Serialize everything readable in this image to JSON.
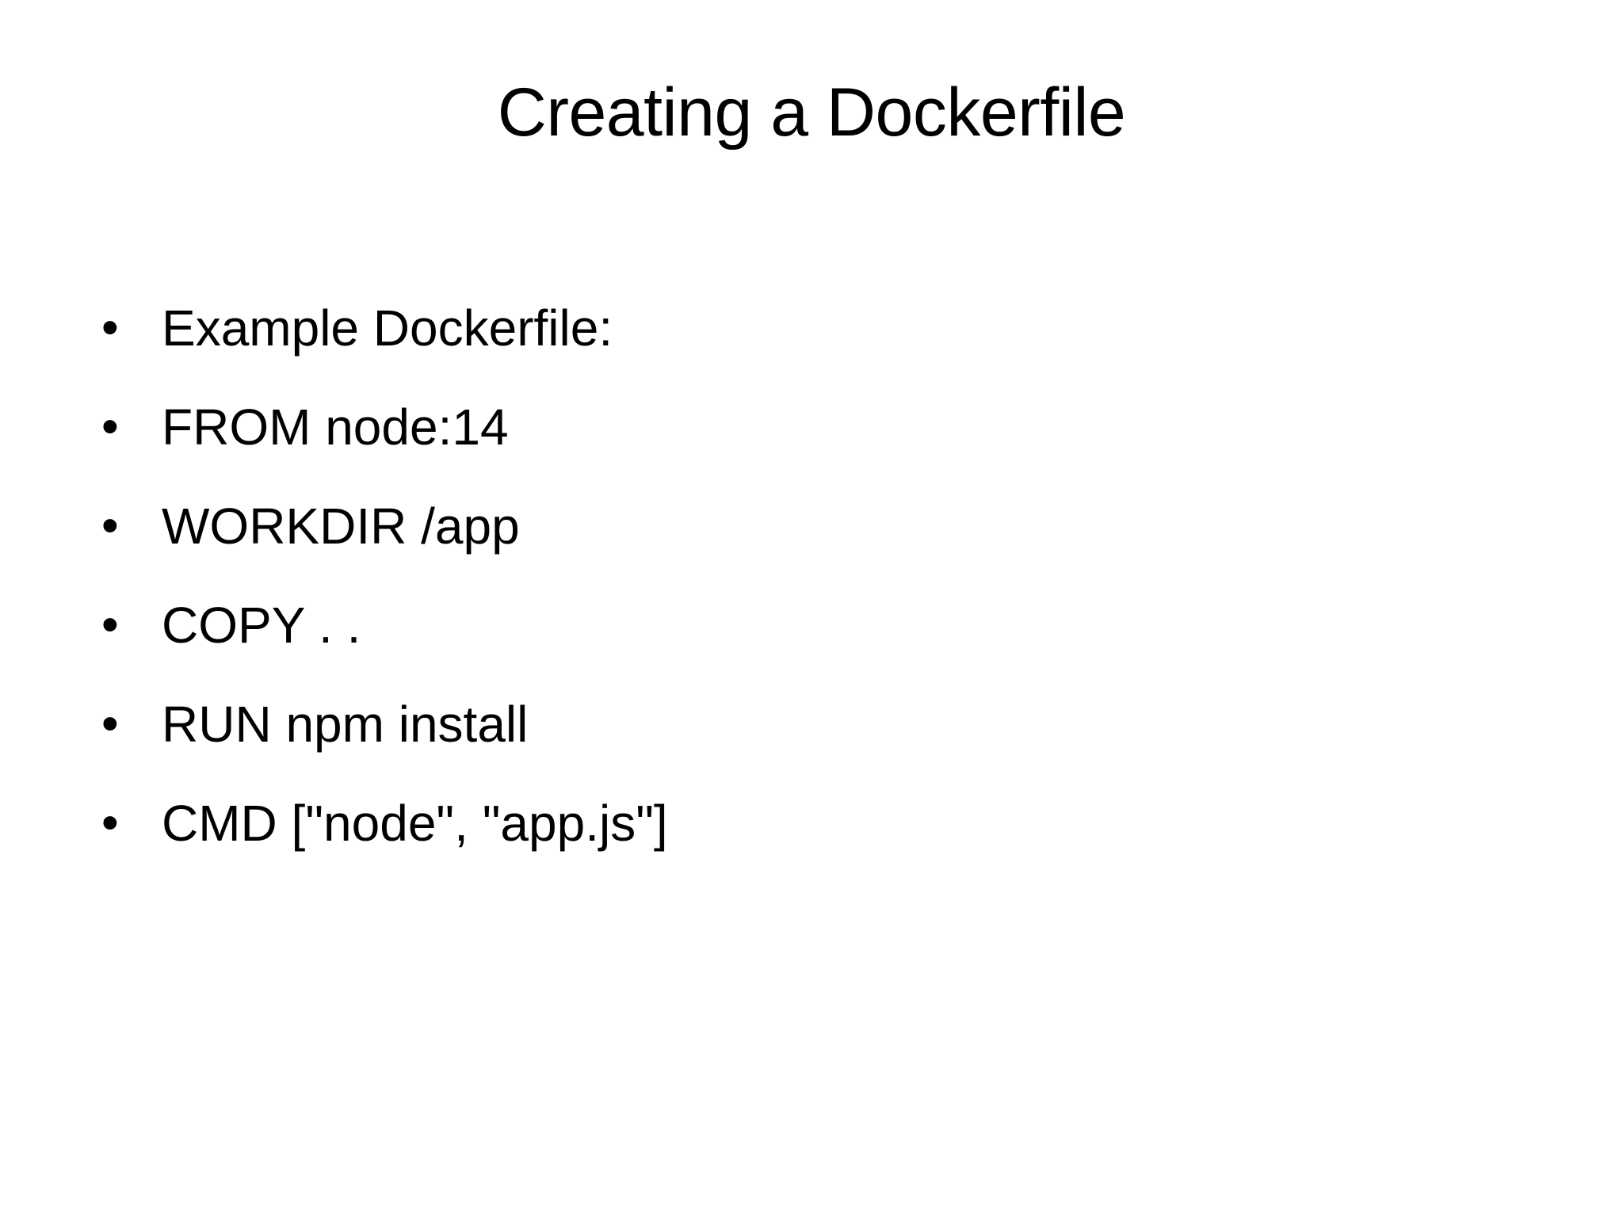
{
  "slide": {
    "title": "Creating a Dockerfile",
    "background_color": "#ffffff",
    "text_color": "#000000",
    "bullet_glyph": "•",
    "bullets": [
      {
        "text": "Example Dockerfile:"
      },
      {
        "text": "FROM node:14"
      },
      {
        "text": "WORKDIR /app"
      },
      {
        "text": "COPY . ."
      },
      {
        "text": "RUN npm install"
      },
      {
        "text": "CMD [\"node\", \"app.js\"]"
      }
    ]
  }
}
